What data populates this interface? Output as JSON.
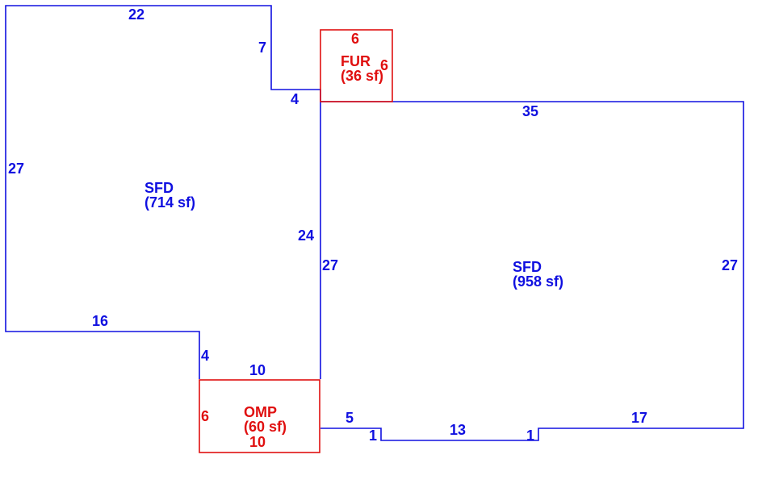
{
  "colors": {
    "living_area": "#1010e0",
    "addition_area": "#e01010",
    "background": "#ffffff"
  },
  "areas": {
    "sfd_left": {
      "code": "SFD",
      "area": "(714 sf)"
    },
    "sfd_right": {
      "code": "SFD",
      "area": "(958 sf)"
    },
    "fur": {
      "code": "FUR",
      "area": "(36 sf)"
    },
    "omp": {
      "code": "OMP",
      "area": "(60 sf)"
    }
  },
  "dimensions": {
    "sfd_left": {
      "top": "22",
      "right_upper": "7",
      "step": "4",
      "left": "27",
      "right_lower": "24",
      "bottom": "16",
      "notch": "4"
    },
    "sfd_right": {
      "top": "35",
      "left": "27",
      "right": "27",
      "bottom_a": "5",
      "jog_a": "1",
      "bottom_b": "13",
      "jog_b": "1",
      "bottom_c": "17"
    },
    "fur": {
      "top": "6",
      "side": "6"
    },
    "omp": {
      "top": "10",
      "side": "6",
      "bottom": "10"
    }
  }
}
